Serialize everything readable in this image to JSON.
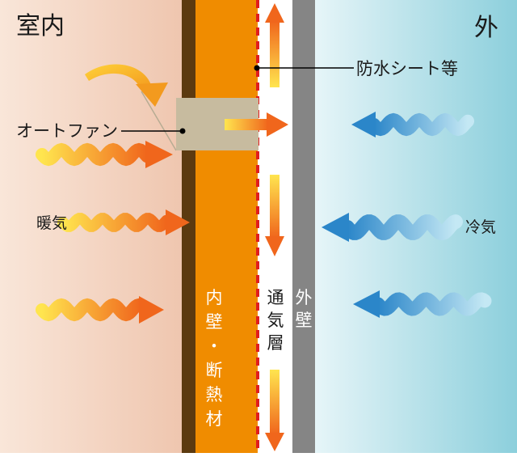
{
  "labels": {
    "indoor": "室内",
    "outdoor": "外",
    "waterproof_sheet": "防水シート等",
    "auto_fan": "オートファン",
    "warm_air": "暖気",
    "cold_air": "冷気",
    "inner_wall_insulation": [
      "内",
      "壁",
      "・",
      "断",
      "熱",
      "材"
    ],
    "air_layer": [
      "通",
      "気",
      "層"
    ],
    "outer_wall": [
      "外",
      "壁"
    ]
  },
  "colors": {
    "indoor_bg_edge": "#f7e0d2",
    "indoor_bg_inner": "#efc9b3",
    "outdoor_bg_inner": "#e4f4f7",
    "outdoor_bg_edge": "#8fd1de",
    "interior_board": "#5c3a10",
    "insulation": "#f08c00",
    "waterproof_dash": "#e01e1e",
    "outer_wall": "#858585",
    "fan_box": "#c7bb9f",
    "warm_arrow_start": "#ffe14a",
    "warm_arrow_end": "#f06a1e",
    "cold_arrow_light": "#bfe6f3",
    "cold_arrow_dark": "#2b86c9"
  }
}
